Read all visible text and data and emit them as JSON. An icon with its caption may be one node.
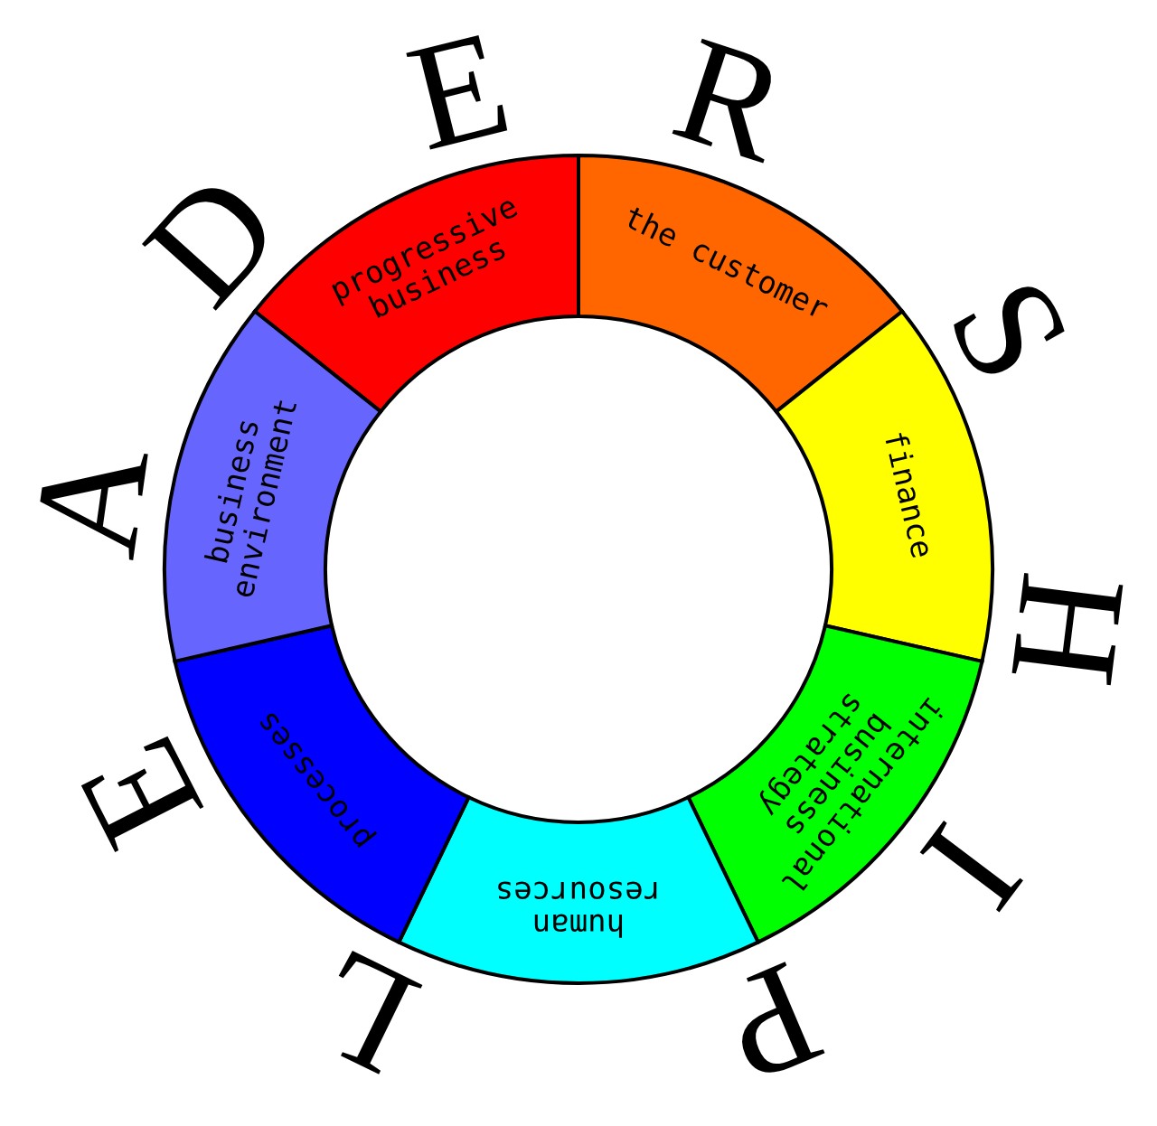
{
  "diagram": {
    "nodes": [
      {
        "text": [
          "progressive business"
        ]
      },
      {
        "text": [
          "the customer"
        ]
      },
      {
        "text": [
          "finance"
        ]
      },
      {
        "text": [
          "international business strategy"
        ]
      },
      {
        "text": [
          "human resources"
        ]
      },
      {
        "text": [
          "processes"
        ]
      },
      {
        "text": [
          "business environment"
        ]
      }
    ],
    "labels": [
      "L",
      "E",
      "A",
      "D",
      "E",
      "R",
      "S",
      "H",
      "I",
      "P"
    ]
  }
}
